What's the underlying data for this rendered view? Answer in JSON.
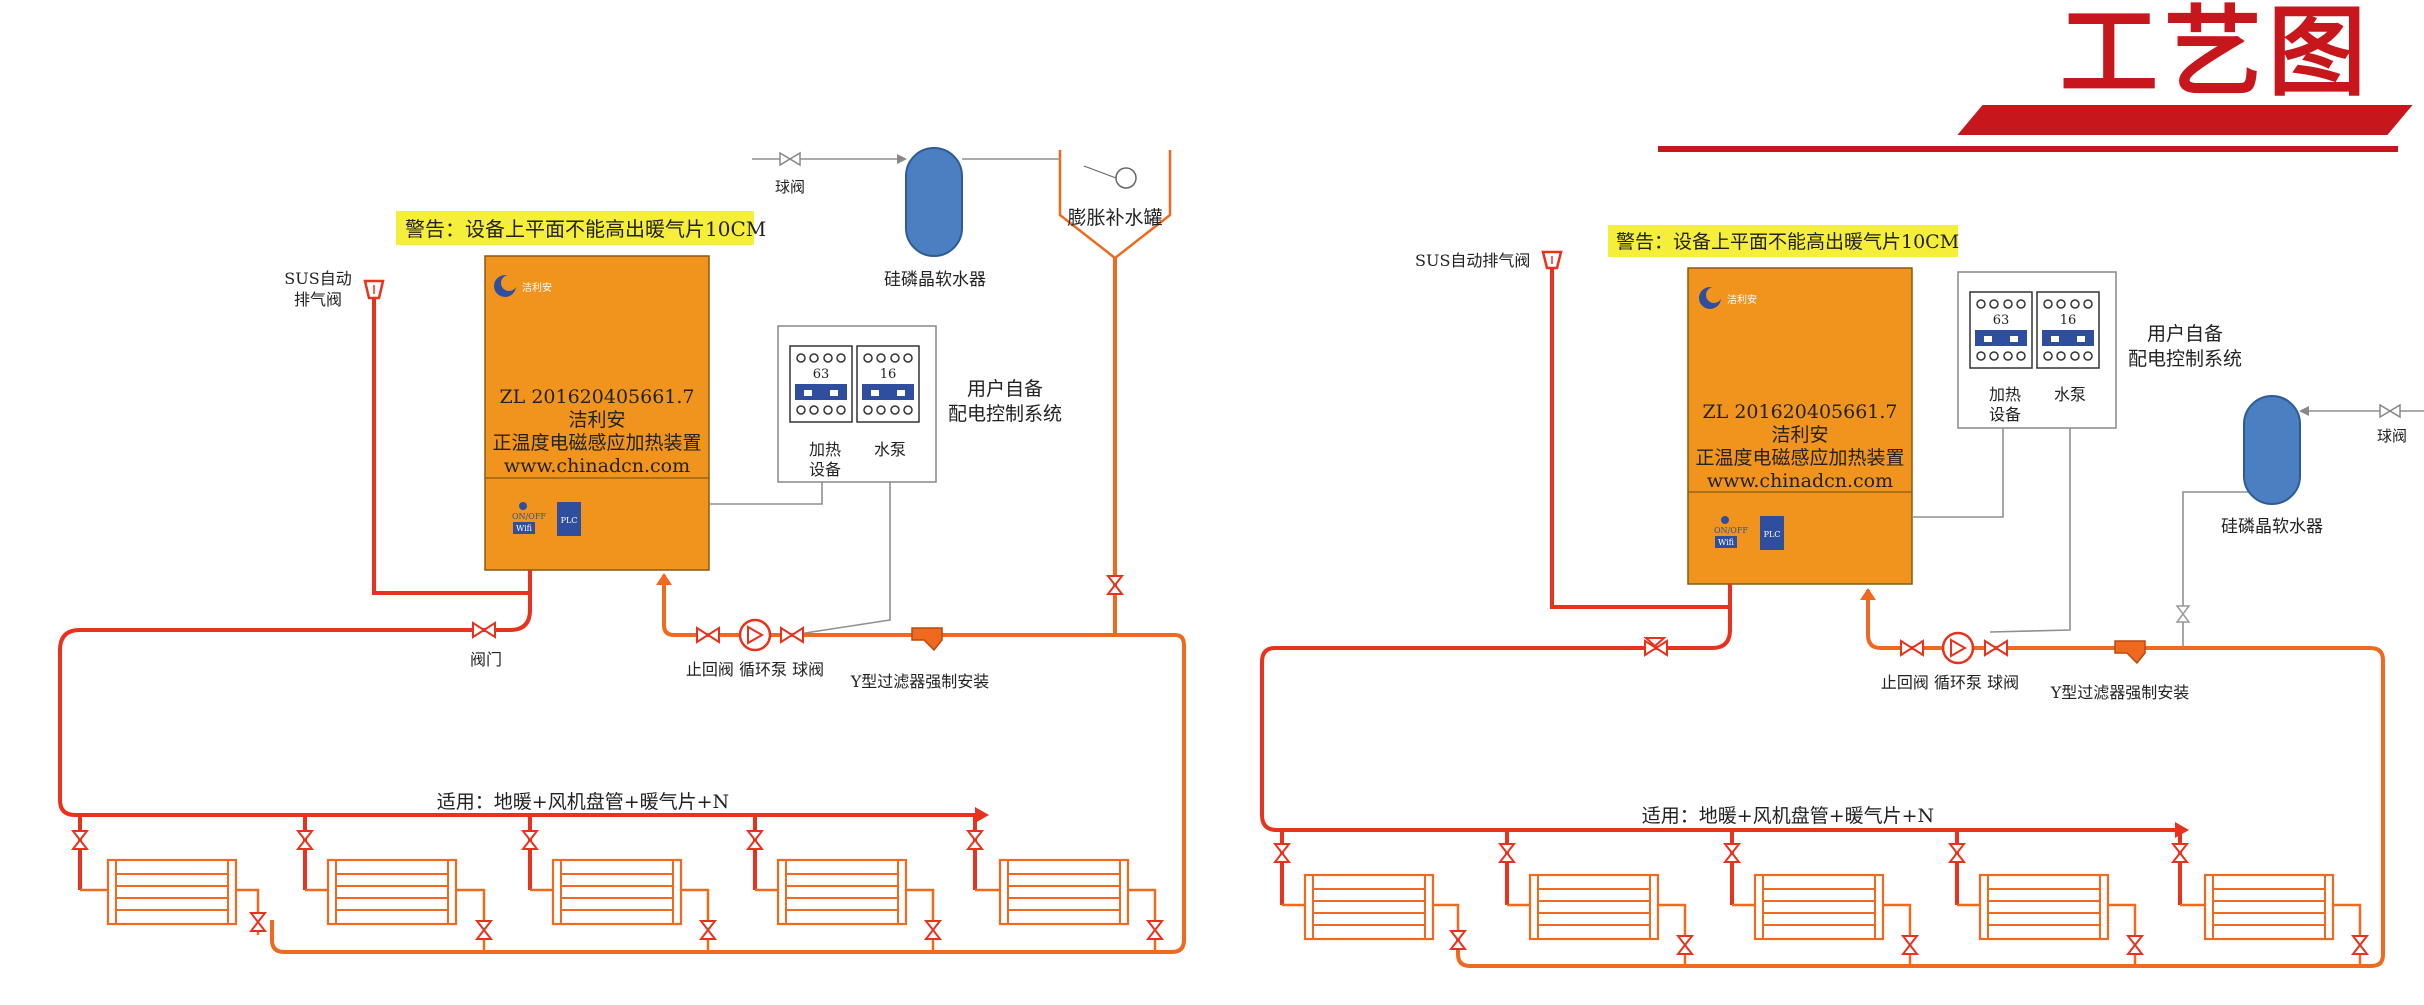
{
  "title": "工艺图",
  "warning": "警告：设备上平面不能高出暖气片10CM",
  "device": {
    "patent": "ZL 201620405661.7",
    "brand": "洁利安",
    "name": "正温度电磁感应加热装置",
    "url": "www.chinadcn.com",
    "logo_text": "洁利安",
    "onoff": "ON/OFF",
    "wifi": "Wifi",
    "plc": "PLC"
  },
  "panel": {
    "breaker1": "63",
    "breaker2": "16",
    "label1_line1": "加热",
    "label1_line2": "设备",
    "label2": "水泵",
    "title_line1": "用户自备",
    "title_line2": "配电控制系统"
  },
  "labels": {
    "air_vent_left_line1": "SUS自动",
    "air_vent_left_line2": "排气阀",
    "air_vent_right": "SUS自动排气阀",
    "ball_valve": "球阀",
    "softener": "硅磷晶软水器",
    "expansion_tank": "膨胀补水罐",
    "gate_valve": "阀门",
    "pump_group": "止回阀 循环泵 球阀",
    "y_filter": "Y型过滤器强制安装",
    "applicable": "适用：地暖+风机盘管+暖气片+N"
  },
  "colors": {
    "title_red": "#c8161d",
    "device_orange": "#f0941e",
    "warning_yellow": "#f6ef3a",
    "supply_pipe": "#e8321e",
    "return_pipe": "#ef6a1f",
    "softener_blue": "#4a7fc1"
  }
}
